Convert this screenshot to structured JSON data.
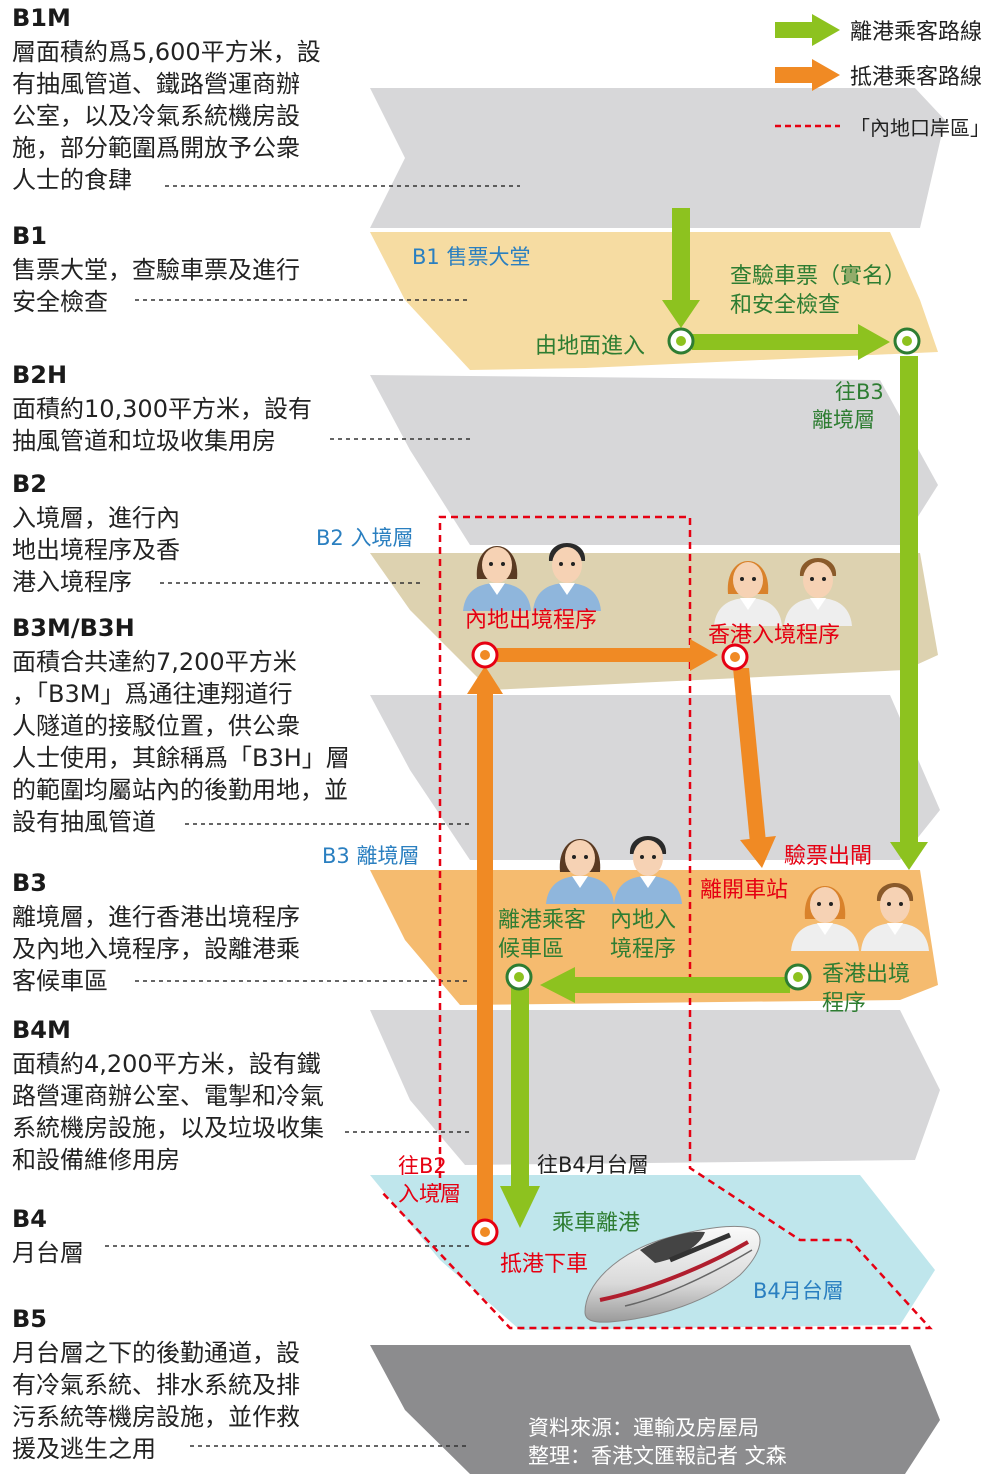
{
  "legend": [
    {
      "label": "離港乘客路線",
      "color": "#95c11f"
    },
    {
      "label": "抵港乘客路線",
      "color": "#f08a24"
    },
    {
      "label": "「內地口岸區」",
      "color": "#e60012"
    }
  ],
  "levels": [
    {
      "code": "B1M",
      "lines": [
        "層面積約爲5,600平方米，設",
        "有抽風管道、鐵路營運商辦",
        "公室，以及冷氣系統機房設",
        "施，部分範圍爲開放予公衆",
        "人士的食肆"
      ]
    },
    {
      "code": "B1",
      "lines": [
        "售票大堂，查驗車票及進行",
        "安全檢查"
      ]
    },
    {
      "code": "B2H",
      "lines": [
        "面積約10,300平方米，設有",
        "抽風管道和垃圾收集用房"
      ]
    },
    {
      "code": "B2",
      "lines": [
        "入境層，進行內",
        "地出境程序及香",
        "港入境程序"
      ]
    },
    {
      "code": "B3M/B3H",
      "lines": [
        "面積合共達約7,200平方米",
        "，「B3M」爲通往連翔道行",
        "人隧道的接駁位置，供公衆",
        "人士使用，其餘稱爲「B3H」層",
        "的範圍均屬站內的後勤用地，並",
        "設有抽風管道"
      ]
    },
    {
      "code": "B3",
      "lines": [
        "離境層，進行香港出境程序",
        "及內地入境程序，設離港乘",
        "客候車區"
      ]
    },
    {
      "code": "B4M",
      "lines": [
        "面積約4,200平方米，設有鐵",
        "路營運商辦公室、電掣和冷氣",
        "系統機房設施，以及垃圾收集",
        "和設備維修用房"
      ]
    },
    {
      "code": "B4",
      "lines": [
        "月台層"
      ]
    },
    {
      "code": "B5",
      "lines": [
        "月台層之下的後勤通道，設",
        "有冷氣系統、排水系統及排",
        "污系統等機房設施，並作救",
        "援及逃生之用"
      ]
    }
  ],
  "floor_labels": {
    "b1": "B1 售票大堂",
    "b2": "B2 入境層",
    "b3": "B3 離境層",
    "b4": "B4月台層"
  },
  "diagram_labels": {
    "ticket_check": [
      "查驗車票（實名）",
      "和安全檢查"
    ],
    "enter_ground": "由地面進入",
    "to_b3": [
      "往B3",
      "離境層"
    ],
    "mainland_exit": "內地出境程序",
    "hk_entry": "香港入境程序",
    "gate": "驗票出閘",
    "leave_station": "離開車站",
    "waiting": [
      "離港乘客",
      "候車區"
    ],
    "mainland_entry": [
      "內地入",
      "境程序"
    ],
    "hk_exit": [
      "香港出境",
      "程序"
    ],
    "to_b4": "往B4月台層",
    "to_b2": [
      "往B2",
      "入境層"
    ],
    "board": "乘車離港",
    "alight": "抵港下車"
  },
  "source": [
    "資料來源：運輸及房屋局",
    "整理：香港文匯報記者  文森"
  ],
  "colors": {
    "departure": "#95c11f",
    "departure_text": "#2e7d32",
    "arrival": "#f08a24",
    "arrival_text": "#e60012",
    "boundary": "#e60012",
    "floor_label": "#2a7fc0",
    "gray_floor": "#d7d7d9",
    "b1_floor": "#f6dca2",
    "b2_floor": "#ddd2b0",
    "b3_floor": "#f5bb6f",
    "b4_floor": "#bfe6ec",
    "b5_floor": "#8c8c8e"
  },
  "icons": [
    "officer-icon",
    "train-icon",
    "arrow-icon",
    "route-node-icon"
  ]
}
